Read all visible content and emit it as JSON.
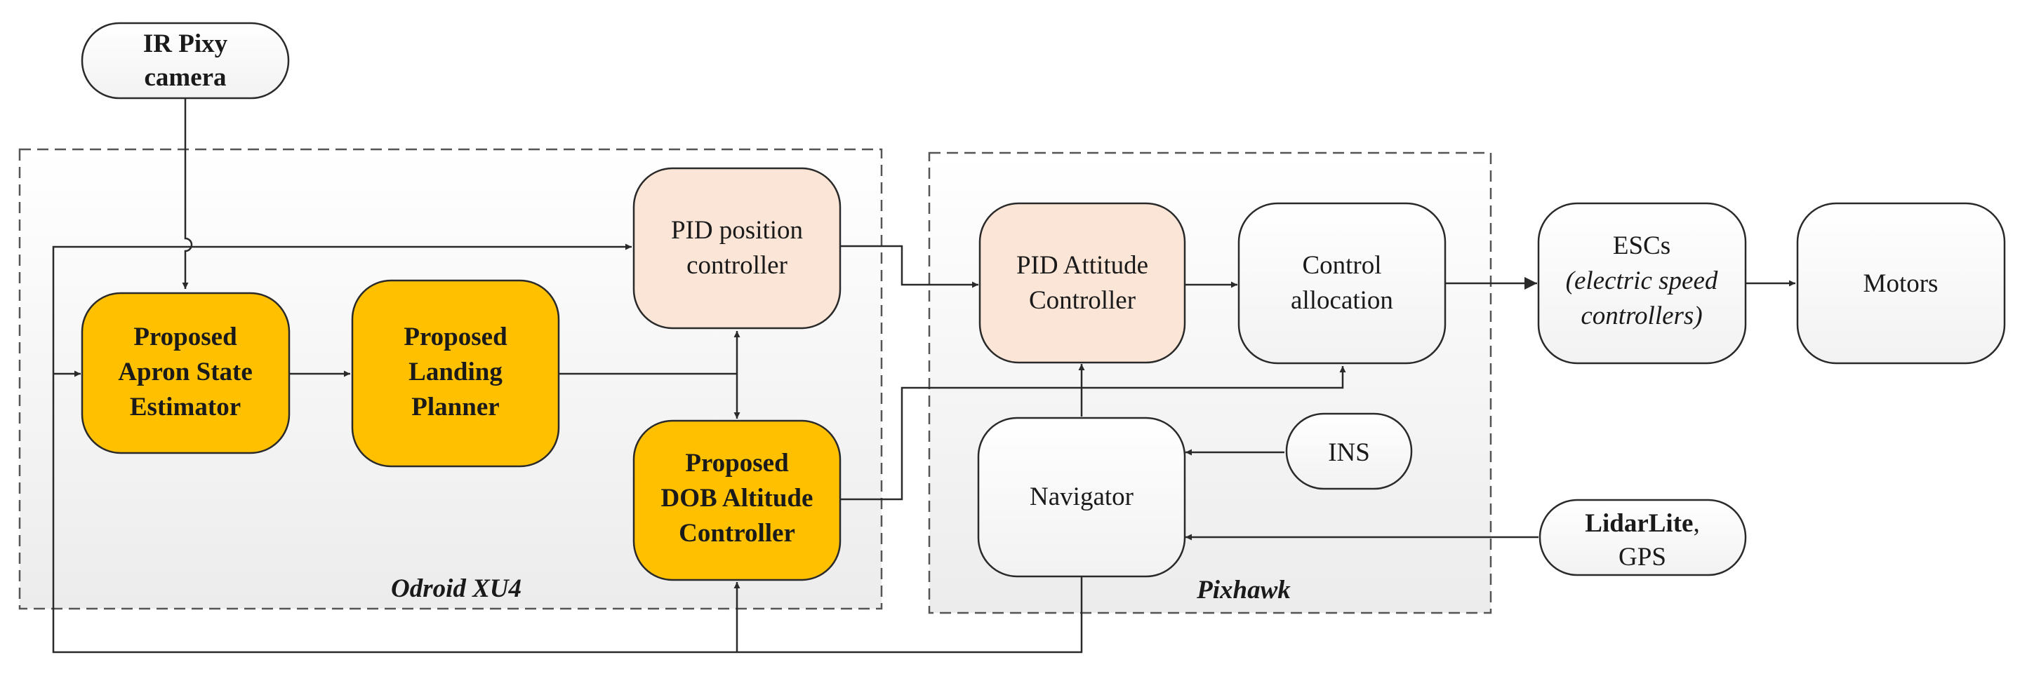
{
  "diagram": {
    "inputs": {
      "ir_camera": [
        "IR Pixy",
        "camera"
      ],
      "ins": [
        "INS"
      ],
      "lidar": [
        "LidarLite",
        ", ",
        "GPS"
      ]
    },
    "groups": {
      "odroid": "Odroid XU4",
      "pixhawk": "Pixhawk"
    },
    "blocks": {
      "apron_estimator": [
        "Proposed",
        "Apron State",
        "Estimator"
      ],
      "landing_planner": [
        "Proposed",
        "Landing",
        "Planner"
      ],
      "pid_position": [
        "PID position",
        "controller"
      ],
      "dob_altitude": [
        "Proposed",
        "DOB Altitude",
        "Controller"
      ],
      "pid_attitude": [
        "PID Attitude",
        "Controller"
      ],
      "control_allocation": [
        "Control",
        "allocation"
      ],
      "navigator": [
        "Navigator"
      ],
      "escs": [
        "ESCs",
        "(electric speed",
        "controllers)"
      ],
      "motors": [
        "Motors"
      ]
    },
    "colors": {
      "proposed_fill": "#FFC000",
      "pid_fill": "#FBE5D6",
      "group_fill": "#F3F3F3",
      "block_fill": "#FFFFFF"
    }
  }
}
